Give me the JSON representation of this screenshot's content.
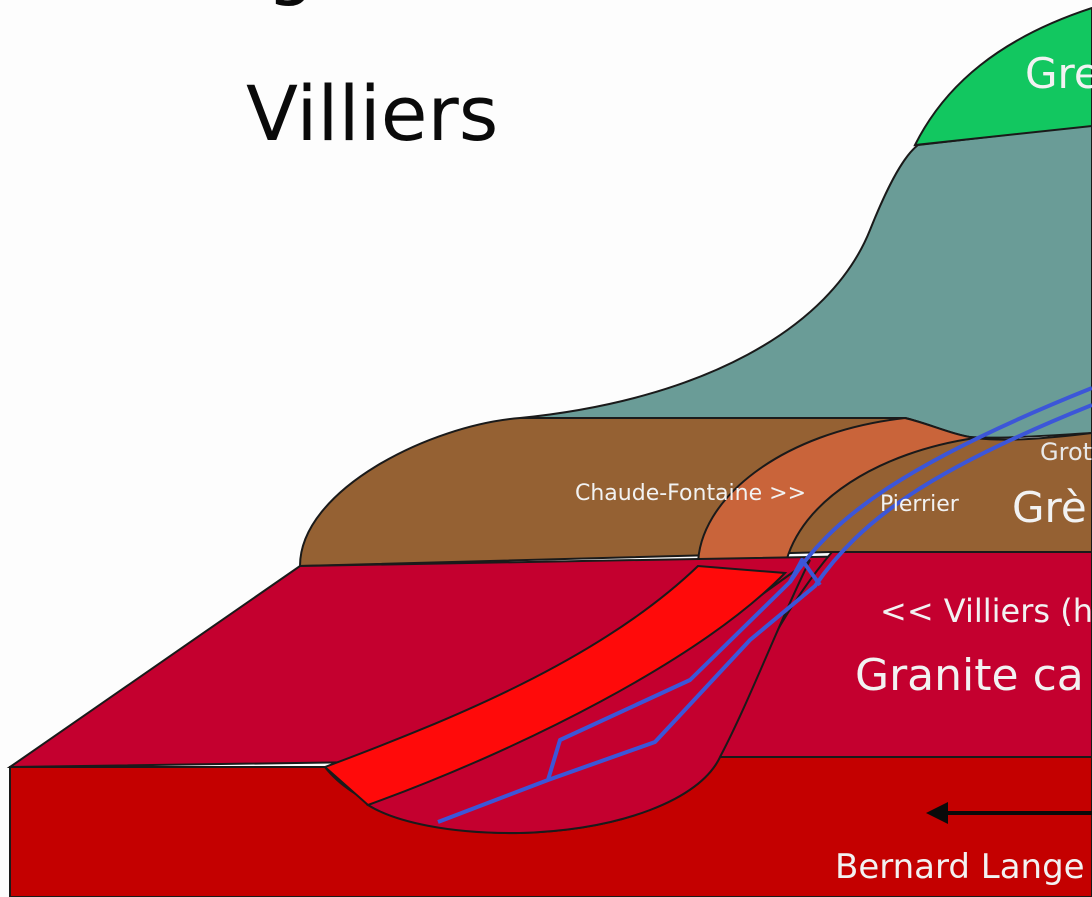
{
  "title": {
    "top_cut_text": "... g ...",
    "main": "Villiers"
  },
  "labels": {
    "chaude_fontaine": "Chaude-Fontaine >>",
    "pierrier": "Pierrier",
    "gres_cut": "Grè",
    "grot_cut": "Grot",
    "green_cut": "Gre",
    "villiers_cut": "<< Villiers (h",
    "granite_cut": "Granite ca",
    "credit_cut": "Bernard Lange"
  },
  "colors": {
    "background": "#fdfdfd",
    "green_cap": "#12c760",
    "teal_layer": "#6a9c97",
    "brown_layer": "#956133",
    "orange_lens": "#c9643a",
    "crimson_block": "#c4002f",
    "red_base": "#c40000",
    "bright_red_band": "#ff0a0a",
    "water_line": "#3c56d8",
    "outline": "#1a1a1a"
  }
}
